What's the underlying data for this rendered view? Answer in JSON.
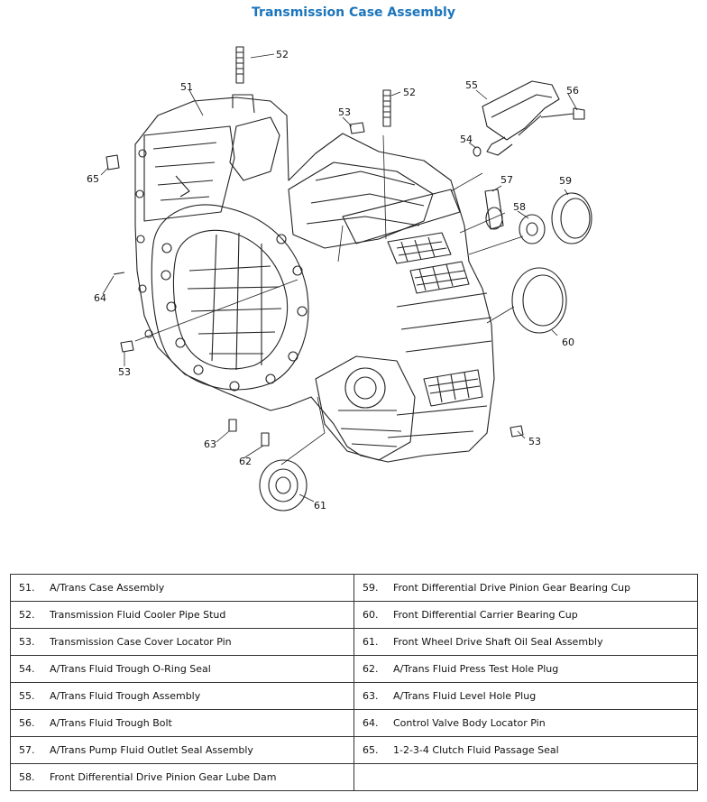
{
  "title": "Transmission Case Assembly",
  "callouts": [
    {
      "id": "c51",
      "label": "51"
    },
    {
      "id": "c52a",
      "label": "52"
    },
    {
      "id": "c52b",
      "label": "52"
    },
    {
      "id": "c53a",
      "label": "53"
    },
    {
      "id": "c53b",
      "label": "53"
    },
    {
      "id": "c53c",
      "label": "53"
    },
    {
      "id": "c54",
      "label": "54"
    },
    {
      "id": "c55",
      "label": "55"
    },
    {
      "id": "c56",
      "label": "56"
    },
    {
      "id": "c57",
      "label": "57"
    },
    {
      "id": "c58",
      "label": "58"
    },
    {
      "id": "c59",
      "label": "59"
    },
    {
      "id": "c60",
      "label": "60"
    },
    {
      "id": "c61",
      "label": "61"
    },
    {
      "id": "c62",
      "label": "62"
    },
    {
      "id": "c63",
      "label": "63"
    },
    {
      "id": "c64",
      "label": "64"
    },
    {
      "id": "c65",
      "label": "65"
    }
  ],
  "legend": [
    [
      {
        "num": "51.",
        "text": "A/Trans Case Assembly"
      },
      {
        "num": "59.",
        "text": "Front Differential Drive Pinion Gear Bearing Cup"
      }
    ],
    [
      {
        "num": "52.",
        "text": "Transmission Fluid Cooler Pipe Stud"
      },
      {
        "num": "60.",
        "text": "Front Differential Carrier Bearing Cup"
      }
    ],
    [
      {
        "num": "53.",
        "text": "Transmission Case Cover Locator Pin"
      },
      {
        "num": "61.",
        "text": "Front Wheel Drive Shaft Oil Seal Assembly"
      }
    ],
    [
      {
        "num": "54.",
        "text": "A/Trans Fluid Trough O-Ring Seal"
      },
      {
        "num": "62.",
        "text": "A/Trans Fluid Press Test Hole Plug"
      }
    ],
    [
      {
        "num": "55.",
        "text": "A/Trans Fluid Trough Assembly"
      },
      {
        "num": "63.",
        "text": "A/Trans Fluid Level Hole Plug"
      }
    ],
    [
      {
        "num": "56.",
        "text": "A/Trans Fluid Trough Bolt"
      },
      {
        "num": "64.",
        "text": "Control Valve Body Locator Pin"
      }
    ],
    [
      {
        "num": "57.",
        "text": "A/Trans Pump Fluid Outlet Seal Assembly"
      },
      {
        "num": "65.",
        "text": "1-2-3-4 Clutch Fluid Passage Seal"
      }
    ],
    [
      {
        "num": "58.",
        "text": "Front Differential Drive Pinion Gear Lube Dam"
      },
      {
        "num": "",
        "text": ""
      }
    ]
  ]
}
